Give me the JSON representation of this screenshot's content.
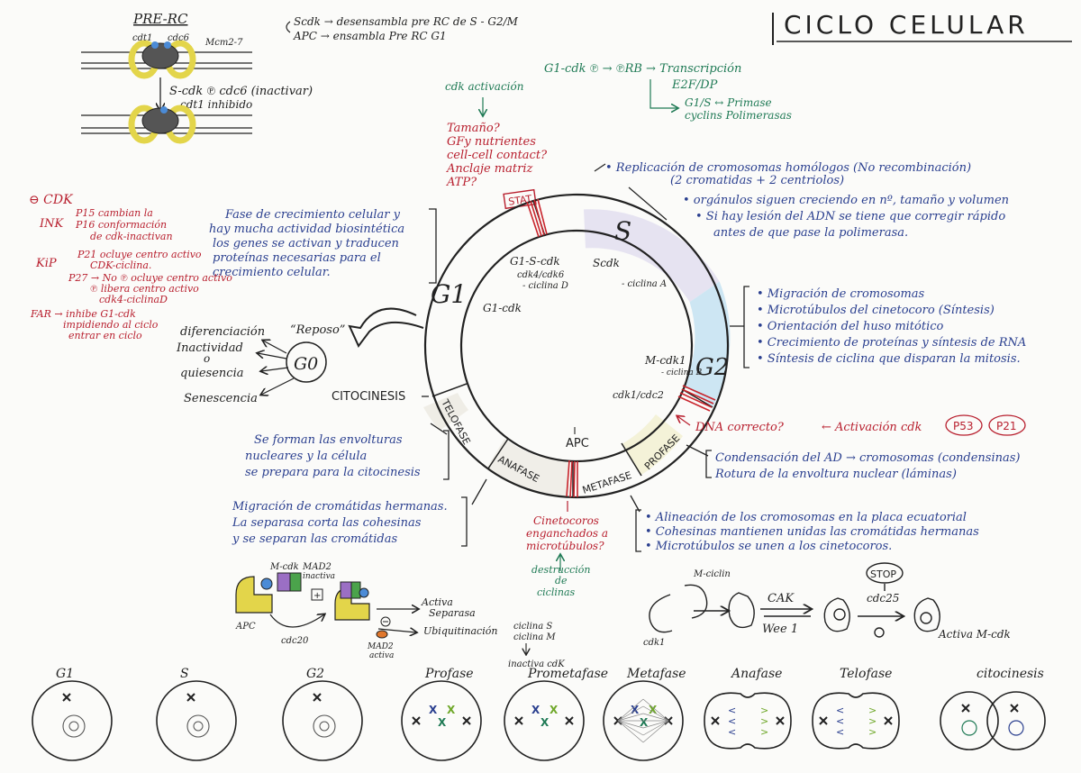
{
  "title": "CICLO CELULAR",
  "colors": {
    "blue": "#2a3f8f",
    "red": "#b81f2e",
    "green": "#1f7a55",
    "ink": "#222222",
    "yellow": "#e3d54a",
    "s_band": "#e6e3f1",
    "g2_band": "#cde6f3",
    "pro_band": "#f4f2d8",
    "ana_band": "#f0eee8",
    "stripe": "#c8242c"
  },
  "prerc": {
    "title": "PRE-RC",
    "labels": [
      "cdt1",
      "cdc6",
      "Mcm2-7"
    ],
    "arrow_label": "S-cdk ℗ cdc6 (inactivar)",
    "sub_label": "cdt1 inhibido",
    "notes": [
      "Scdk → desensambla pre RC de S - G2/M",
      "APC → ensambla Pre RC G1"
    ]
  },
  "g1cdk": {
    "lines": [
      "G1-cdk ℗ → ℗RB → Transcripción",
      "E2F/DP",
      "G1/S ↔ Primase",
      "cyclins   Polimerasas"
    ]
  },
  "checkpoint_g1": {
    "title": "cdk activación",
    "questions": [
      "Tamaño?",
      "GFy nutrientes",
      "cell-cell contact?",
      "Anclaje matriz",
      "ATP?"
    ],
    "stat": "STAT"
  },
  "s_notes": [
    "• Replicación de cromosomas homólogos (No recombinación)",
    "(2 cromatidas + 2 centriolos)",
    "• orgánulos siguen creciendo en nº, tamaño y volumen",
    "• Si hay lesión del ADN se tiene que corregir rápido",
    "antes de que pase la polimerasa."
  ],
  "g2_notes": [
    "• Migración de cromosomas",
    "• Microtúbulos del cinetocoro (Síntesis)",
    "• Orientación del huso mitótico",
    "• Crecimiento de proteínas y síntesis de RNA",
    "• Síntesis de ciclina que disparan la mitosis."
  ],
  "g1_note": [
    "Fase de crecimiento celular y",
    "hay mucha actividad biosintética",
    "los genes se activan y traducen",
    "proteínas necesarias para el",
    "crecimiento celular."
  ],
  "cdk_inhib": {
    "title": "⊖ CDK",
    "ink_label": "INK",
    "ink_lines": [
      "P15 cambian la",
      "P16 conformación",
      "de cdk-inactivan"
    ],
    "kip_label": "KiP",
    "kip_lines": [
      "P21 ocluye centro activo",
      "CDK-ciclina.",
      "P27 → No ℗ ocluye centro activo",
      "℗ libera centro activo",
      "cdk4-ciclinaD"
    ],
    "far_lines": [
      "FAR → inhibe G1-cdk",
      "impidiendo al ciclo",
      "entrar en ciclo"
    ]
  },
  "g0": {
    "label": "G0",
    "rest": "“Reposo”",
    "states": [
      "diferenciación",
      "Inactividad",
      "o",
      "quiesencia",
      "Senescencia"
    ]
  },
  "wheel": {
    "g1": "G1",
    "s": "S",
    "g2": "G2",
    "telofase": "TELOFASE",
    "anafase": "ANAFASE",
    "metafase": "METAFASE",
    "profase": "PROFASE",
    "citocinesis": "CITOCINESIS",
    "apc": "APC",
    "g1s_cdk": "G1-S-cdk",
    "cdk46": "cdk4/cdk6",
    "ciclinaD": "- ciclina D",
    "g1_cdk": "G1-cdk",
    "scdk": "Scdk",
    "ciclinaA": "- ciclina A",
    "mcdk": "M-cdk1",
    "ciclinaB": "- ciclina B",
    "cdk1cdc2": "cdk1/cdc2"
  },
  "dna_check": {
    "question": "DNA correcto?",
    "activation": "← Activación cdk",
    "p53": "P53",
    "p21": "P21"
  },
  "telofase_note": [
    "Se forman las envolturas",
    "nucleares y la célula",
    "se prepara para la citocinesis"
  ],
  "profase_note": [
    "Condensación del AD → cromosomas (condensinas)",
    "Rotura de la envoltura nuclear (láminas)"
  ],
  "anafase_note": [
    "Migración de cromátidas hermanas.",
    "La separasa corta las cohesinas",
    "y se separan las cromátidas"
  ],
  "metafase_note": [
    "• Alineación de los cromosomas en la placa ecuatorial",
    "• Cohesinas mantienen unidas las cromátidas hermanas",
    "• Microtúbulos se unen a los cinetocoros."
  ],
  "metafase_check": {
    "question": [
      "Cinetocoros",
      "enganchados a",
      "microtúbulos?"
    ],
    "answer": [
      "destrucción",
      "de",
      "ciclinas"
    ]
  },
  "apc_mech": {
    "labels": [
      "M-cdk",
      "MAD2",
      "inactiva",
      "APC",
      "cdc20",
      "Activa",
      "Separasa",
      "Ubiquitinación",
      "ciclina S",
      "ciclina M",
      "inactiva cdK",
      "MAD2",
      "activa"
    ]
  },
  "cak_mech": {
    "labels": [
      "M-ciclin",
      "cdk1",
      "CAK",
      "Wee 1",
      "STOP",
      "cdc25",
      "Activa M-cdk"
    ]
  },
  "stages": [
    "G1",
    "S",
    "G2",
    "Profase",
    "Prometafase",
    "Metafase",
    "Anafase",
    "Telofase",
    "citocinesis"
  ]
}
